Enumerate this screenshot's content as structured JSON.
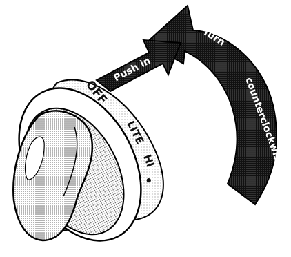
{
  "instructions": {
    "push_label": "Push in",
    "turn_line1": "Turn",
    "turn_line2": "counterclockwise"
  },
  "knob": {
    "off_label": "OFF",
    "lite_label": "LITE",
    "hi_label": "HI",
    "dot_glyph": "•"
  }
}
